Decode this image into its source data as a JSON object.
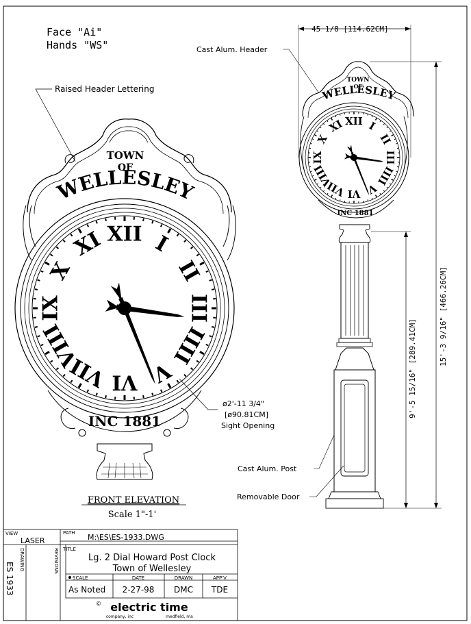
{
  "notes": {
    "face": "Face \"Ai\"",
    "hands": "Hands \"WS\""
  },
  "callouts": {
    "raised_header": "Raised Header Lettering",
    "cast_header": "Cast Alum. Header",
    "cast_post": "Cast Alum. Post",
    "removable_door": "Removable Door",
    "sight_dia": "ø2'-11 3/4\"",
    "sight_metric": "[ø90.81CM]",
    "sight_label": "Sight Opening"
  },
  "dimensions": {
    "width": "45 1/8 [114.62CM]",
    "total_height": "15'-3 9/16\" [466.26CM]",
    "post_height": "9'-5 15/16\" [289.41CM]"
  },
  "header_text": {
    "town": "TOWN",
    "of": "OF",
    "name": "WELLESLEY",
    "inc": "INC 1881"
  },
  "clock": {
    "numerals": [
      "XII",
      "I",
      "II",
      "III",
      "IIII",
      "V",
      "VI",
      "VII",
      "VIII",
      "IX",
      "X",
      "XI"
    ],
    "hour_hand_deg": 98,
    "minute_hand_deg": 158
  },
  "view_caption": {
    "title": "FRONT ELEVATION",
    "scale": "Scale 1\"-1'"
  },
  "title_block": {
    "view_label": "VIEW",
    "view_value": "LASER",
    "drawing_label": "DRAWING",
    "drawing_value": "ES 1933",
    "revisions_label": "REVISIONS",
    "path_label": "PATH",
    "path_value": "M:\\ES\\ES-1933.DWG",
    "title_label": "TITLE",
    "title_line1": "Lg. 2 Dial Howard Post Clock",
    "title_line2": "Town of Wellesley",
    "scale_label": "SCALE",
    "scale_value": "As Noted",
    "date_label": "DATE",
    "date_value": "2-27-98",
    "drawn_label": "DRAWN",
    "drawn_value": "DMC",
    "appv_label": "APP'V",
    "appv_value": "TDE",
    "company_logo": "electric time",
    "company_sub": "company, inc",
    "company_city": "medfield, ma",
    "copyright": "©"
  }
}
